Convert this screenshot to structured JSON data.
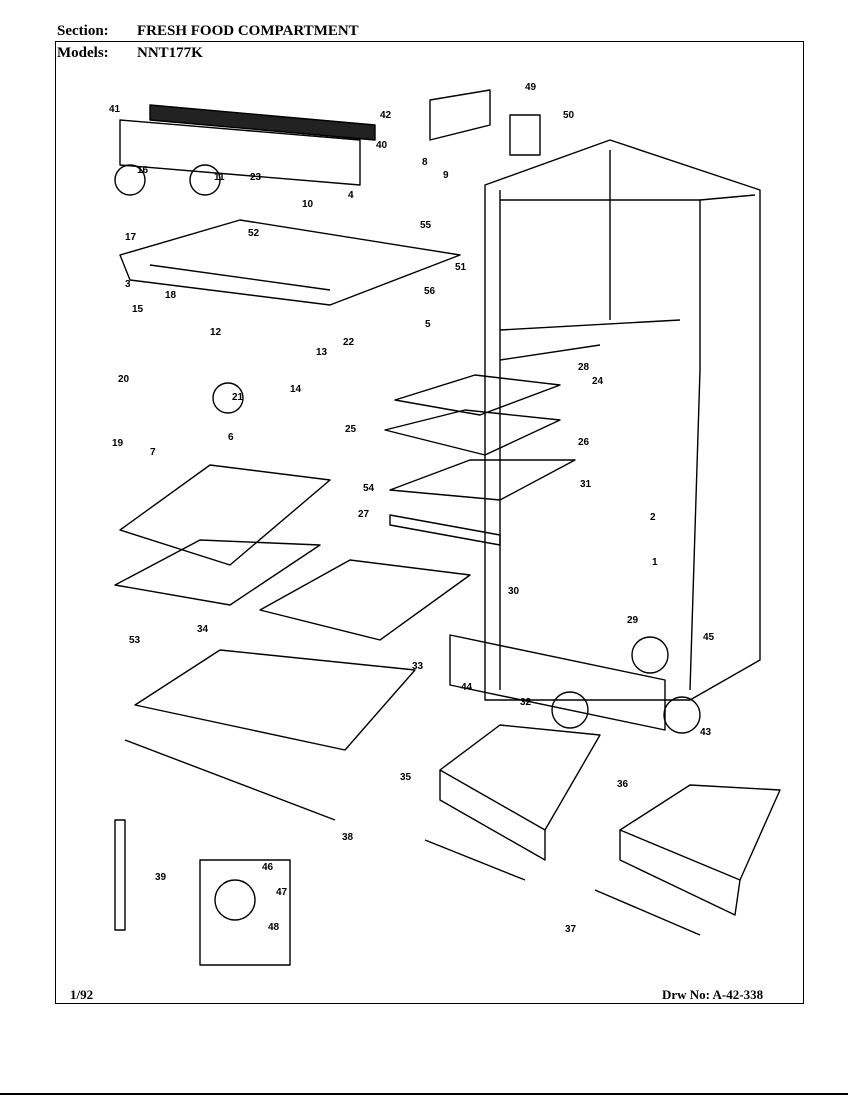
{
  "header": {
    "section_label": "Section:",
    "section_value": "FRESH FOOD COMPARTMENT",
    "models_label": "Models:",
    "models_value": "NNT177K"
  },
  "footer": {
    "date": "1/92",
    "drawing_number": "Drw No: A-42-338"
  },
  "callouts": [
    "1",
    "2",
    "3",
    "4",
    "5",
    "6",
    "7",
    "8",
    "9",
    "10",
    "11",
    "12",
    "13",
    "14",
    "15",
    "16",
    "17",
    "18",
    "19",
    "20",
    "21",
    "22",
    "23",
    "24",
    "25",
    "26",
    "27",
    "28",
    "29",
    "30",
    "31",
    "32",
    "33",
    "34",
    "35",
    "36",
    "37",
    "38",
    "39",
    "40",
    "41",
    "42",
    "43",
    "44",
    "45",
    "46",
    "47",
    "48",
    "49",
    "50",
    "51",
    "52",
    "53",
    "54",
    "55",
    "56"
  ]
}
